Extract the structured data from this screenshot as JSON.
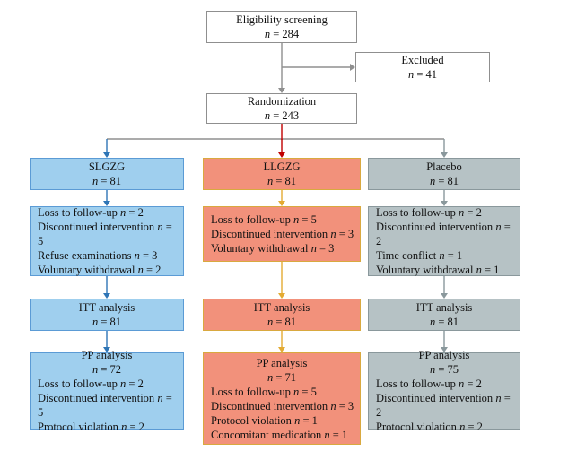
{
  "screening": {
    "eligibility": {
      "title": "Eligibility screening",
      "count": "n = 284"
    },
    "excluded": {
      "title": "Excluded",
      "count": "n = 41"
    },
    "randomization": {
      "title": "Randomization",
      "count": "n = 243"
    }
  },
  "columns": [
    {
      "id": "slgzg",
      "group": {
        "name": "SLGZG",
        "count": "n = 81"
      },
      "dropouts": [
        "Loss to follow-up n = 2",
        "Discontinued intervention n = 5",
        "Refuse examinations n = 3",
        "Voluntary withdrawal n = 2"
      ],
      "itt": {
        "title": "ITT analysis",
        "count": "n = 81"
      },
      "pp": {
        "title": "PP analysis",
        "count": "n = 72",
        "items": [
          "Loss to follow-up n = 2",
          "Discontinued intervention n = 5",
          "Protocol violation n = 2"
        ]
      }
    },
    {
      "id": "llgzg",
      "group": {
        "name": "LLGZG",
        "count": "n = 81"
      },
      "dropouts": [
        "Loss to follow-up n = 5",
        "Discontinued intervention n = 3",
        "Voluntary withdrawal n = 3"
      ],
      "itt": {
        "title": "ITT analysis",
        "count": "n = 81"
      },
      "pp": {
        "title": "PP analysis",
        "count": "n = 71",
        "items": [
          "Loss to follow-up n = 5",
          "Discontinued intervention n = 3",
          "Protocol violation n = 1",
          "Concomitant medication n = 1"
        ]
      }
    },
    {
      "id": "placebo",
      "group": {
        "name": "Placebo",
        "count": "n = 81"
      },
      "dropouts": [
        "Loss to follow-up n = 2",
        "Discontinued intervention n = 2",
        "Time conflict n = 1",
        "Voluntary withdrawal n = 1"
      ],
      "itt": {
        "title": "ITT analysis",
        "count": "n = 81"
      },
      "pp": {
        "title": "PP analysis",
        "count": "n = 75",
        "items": [
          "Loss to follow-up n = 2",
          "Discontinued intervention n = 2",
          "Protocol violation n = 2"
        ]
      }
    }
  ],
  "colors": {
    "slgzg-fill": "#9fcfee",
    "slgzg-border": "#5b9bd5",
    "slgzg-arrow": "#2e75b6",
    "llgzg-fill": "#f2917b",
    "llgzg-border": "#d9a93f",
    "llgzg-arrow": "#e3ab33",
    "placebo-fill": "#b6c2c5",
    "placebo-border": "#8a989c",
    "placebo-arrow": "#8a989c",
    "neutral-line": "#8f8f8f",
    "randomization-arrow": "#c00000",
    "box-border-neutral": "#8f8f8f",
    "text": "#111111",
    "background": "#ffffff"
  }
}
